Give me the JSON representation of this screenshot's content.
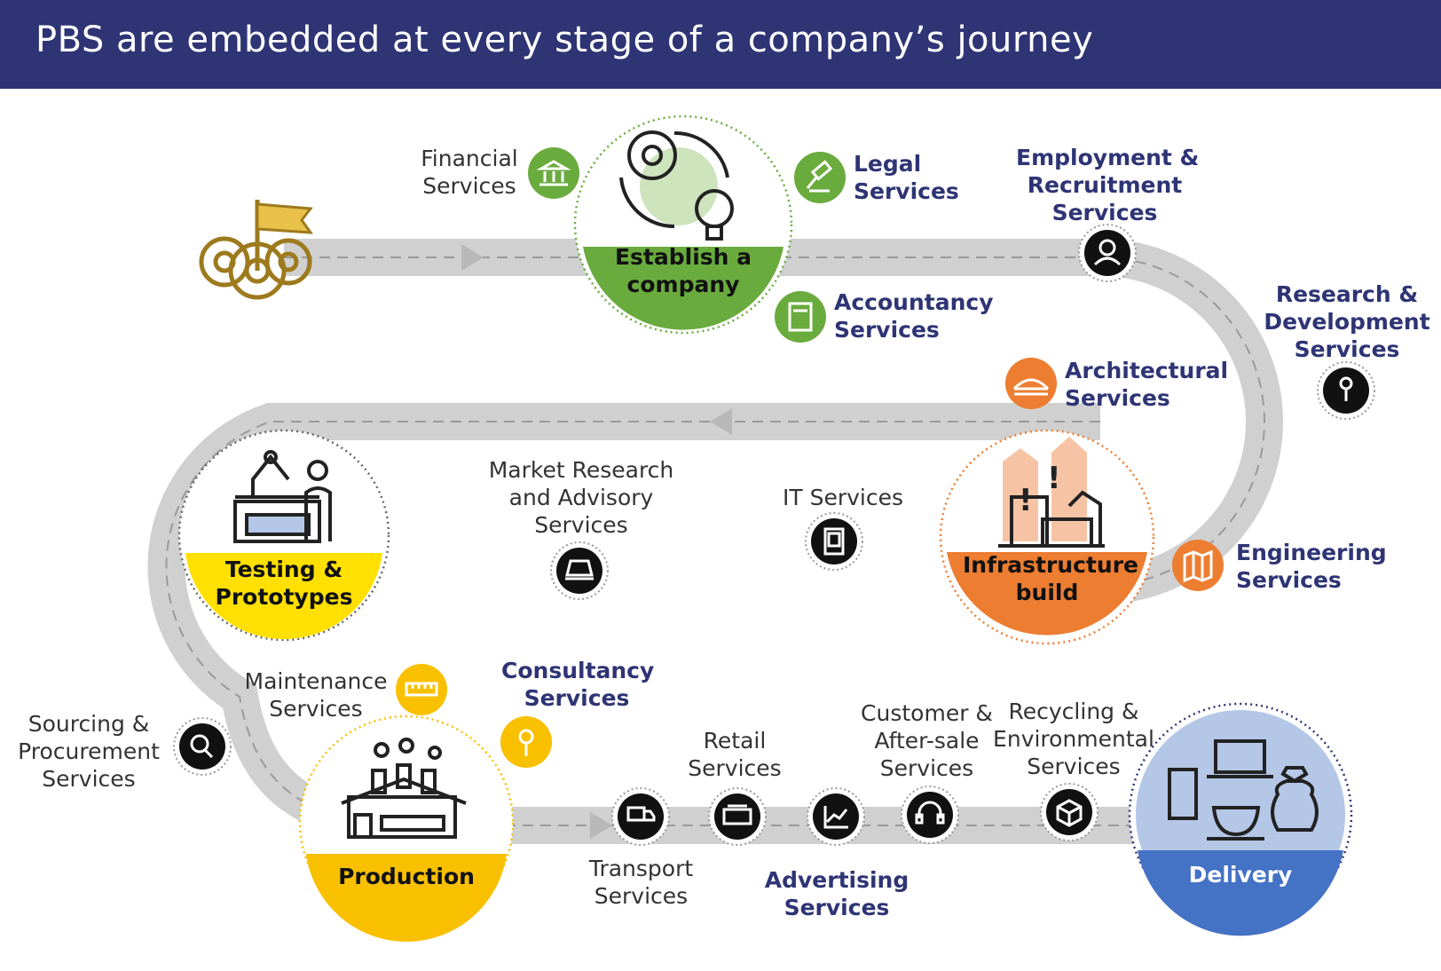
{
  "title": "PBS are embedded at every stage of a company’s journey",
  "stages": {
    "establish": [
      "Establish a",
      "company"
    ],
    "infrastructure": [
      "Infrastructure",
      "build"
    ],
    "testing": [
      "Testing &",
      "Prototypes"
    ],
    "production": [
      "Production"
    ],
    "delivery": [
      "Delivery"
    ]
  },
  "services": {
    "financial": [
      "Financial",
      "Services"
    ],
    "legal": [
      "Legal",
      "Services"
    ],
    "accountancy": [
      "Accountancy",
      "Services"
    ],
    "employment": [
      "Employment &",
      "Recruitment",
      "Services"
    ],
    "research": [
      "Research &",
      "Development",
      "Services"
    ],
    "architectural": [
      "Architectural",
      "Services"
    ],
    "engineering": [
      "Engineering",
      "Services"
    ],
    "it": [
      "IT Services"
    ],
    "market": [
      "Market Research",
      "and Advisory",
      "Services"
    ],
    "maintenance": [
      "Maintenance",
      "Services"
    ],
    "sourcing": [
      "Sourcing &",
      "Procurement",
      "Services"
    ],
    "consultancy": [
      "Consultancy",
      "Services"
    ],
    "retail": [
      "Retail",
      "Services"
    ],
    "customer": [
      "Customer &",
      "After-sale",
      "Services"
    ],
    "recycling": [
      "Recycling &",
      "Environmental",
      "Services"
    ],
    "transport": [
      "Transport",
      "Services"
    ],
    "advertising": [
      "Advertising",
      "Services"
    ]
  },
  "colors": {
    "header": "#2e3474",
    "green": "#6aab3e",
    "orange": "#ed7d31",
    "yellow": "#ffe000",
    "gold": "#f9c000",
    "blue": "#4472c4",
    "lightblue": "#b4c7e7",
    "road": "#d0d0d0"
  },
  "icons": [
    "flag-gears-icon",
    "bank-icon",
    "gavel-icon",
    "calculator-icon",
    "person-icon",
    "pin-icon",
    "bridge-icon",
    "map-icon",
    "tablet-icon",
    "laptop-icon",
    "ruler-icon",
    "search-icon",
    "bulb-icon",
    "truck-icon",
    "cash-register-icon",
    "chart-icon",
    "headset-icon",
    "recycle-box-icon",
    "factory-icon",
    "robot-arm-icon",
    "buildings-icon",
    "gear-bulb-icon",
    "products-icon"
  ]
}
